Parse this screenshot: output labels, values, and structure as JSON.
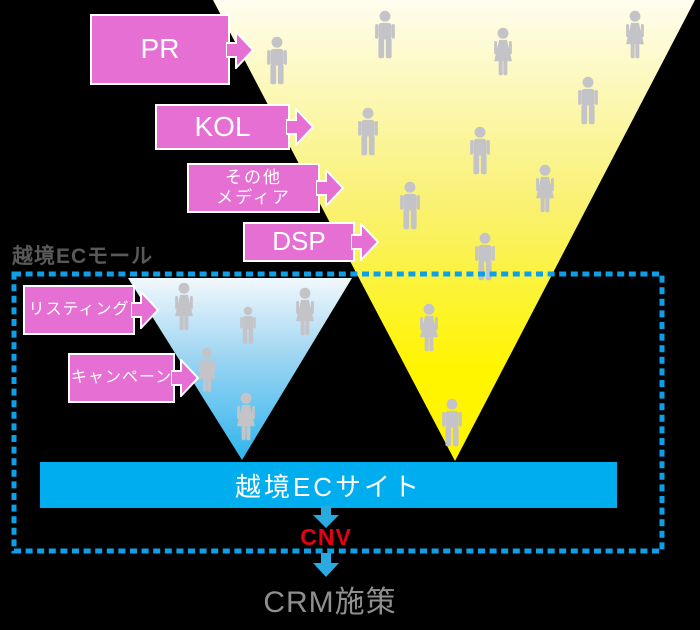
{
  "diagram": {
    "title_hidden": "",
    "type": "marketing-funnel"
  },
  "ec_mall": {
    "label": "越境ECモール"
  },
  "callouts": {
    "pr": {
      "label": "PR"
    },
    "kol": {
      "label": "KOL"
    },
    "other_media": {
      "label": "その他\nメディア"
    },
    "dsp": {
      "label": "DSP"
    },
    "listing": {
      "label": "リスティング"
    },
    "campaign": {
      "label": "キャンペーン"
    }
  },
  "site_bar": {
    "label": "越境ECサイト"
  },
  "conversion": {
    "label": "CNV"
  },
  "crm": {
    "label": "CRM施策"
  },
  "funnels": {
    "awareness_funnel": {
      "fill": "yellow-gradient",
      "people": [
        "male",
        "male",
        "female",
        "female",
        "male",
        "male",
        "male",
        "female",
        "male",
        "male",
        "female",
        "male"
      ]
    },
    "mall_funnel": {
      "fill": "blue-gradient",
      "people": [
        "female",
        "female",
        "male",
        "female",
        "female"
      ]
    }
  },
  "icons": {
    "person_male": "male-silhouette",
    "person_female": "female-silhouette",
    "callout_arrow": "block-arrow-right",
    "flow_arrow": "block-arrow-down"
  },
  "colors": {
    "background": "#000000",
    "callout_pink": "#E56FD3",
    "callout_border": "#FFFFFF",
    "funnel_yellow_top": "#FFFDEF",
    "funnel_yellow_mid": "#F9F170",
    "funnel_yellow_bottom": "#FFF500",
    "funnel_blue_top": "#F2F8FC",
    "funnel_blue_mid": "#9AD4F2",
    "funnel_blue_bottom": "#2FB5EE",
    "person_gray": "#C4C4C8",
    "dashed_border_blue": "#0DA0E8",
    "site_bar_cyan": "#00AEEF",
    "arrow_blue": "#29ABE2",
    "cnv_red": "#E60012",
    "crm_gray": "#8F8F8F",
    "mall_label_gray": "#595959"
  }
}
